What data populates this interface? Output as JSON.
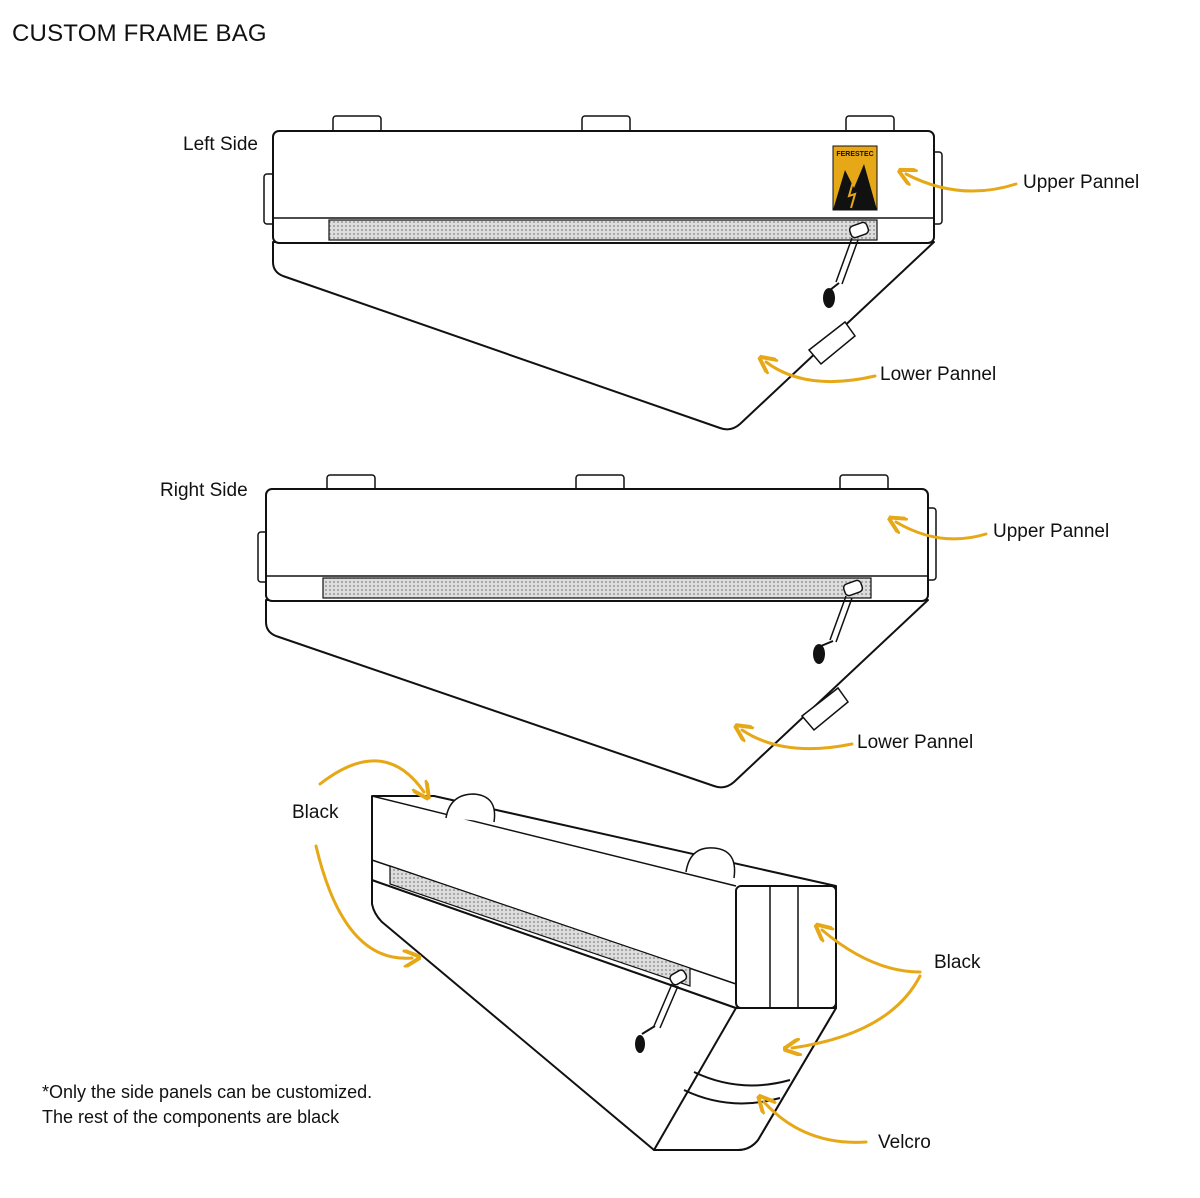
{
  "title": "CUSTOM FRAME BAG",
  "views": {
    "left": {
      "name": "Left Side",
      "upper": "Upper Pannel",
      "lower": "Lower Pannel"
    },
    "right": {
      "name": "Right Side",
      "upper": "Upper Pannel",
      "lower": "Lower Pannel"
    },
    "perspective": {
      "top_label": "Black",
      "end_label": "Black",
      "velcro_label": "Velcro"
    }
  },
  "logo_text": "FERESTEC",
  "note": {
    "line1": "*Only the side panels can be customized.",
    "line2": "The rest of the components are black"
  },
  "colors": {
    "accent": "#e6a817",
    "line": "#111111",
    "logo_bg": "#e6a817"
  }
}
